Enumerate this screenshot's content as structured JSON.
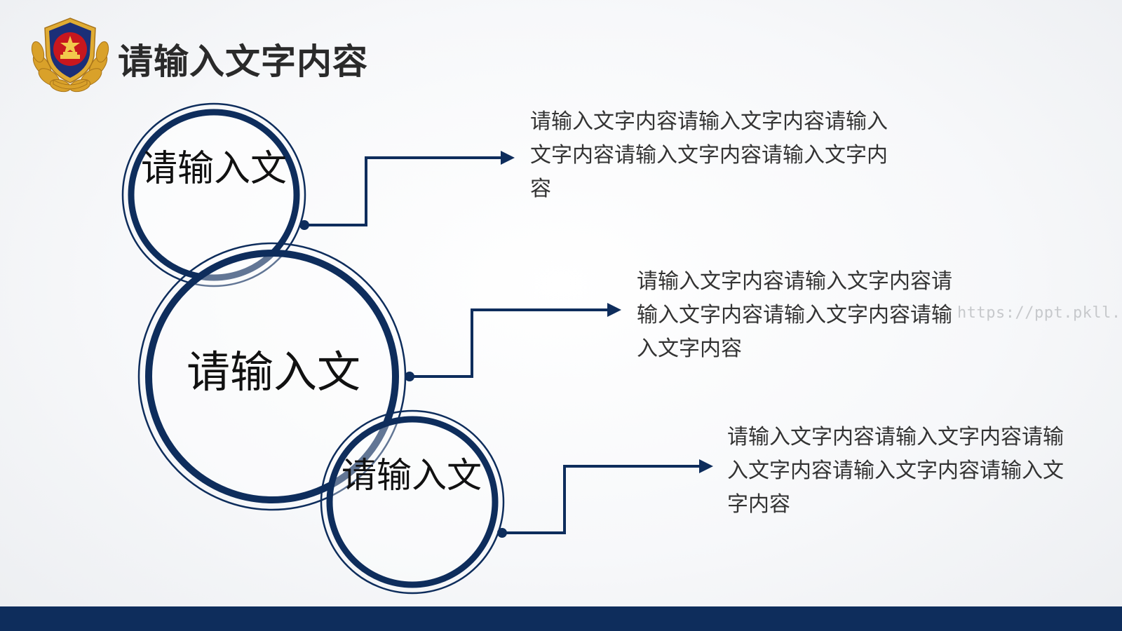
{
  "slide": {
    "title": "请输入文字内容"
  },
  "diagram": {
    "nodes": [
      {
        "label": "请输入文",
        "description": "请输入文字内容请输入文字内容请输入文字内容请输入文字内容请输入文字内容"
      },
      {
        "label": "请输入文",
        "description": "请输入文字内容请输入文字内容请输入文字内容请输入文字内容请输入文字内容"
      },
      {
        "label": "请输入文",
        "description": "请输入文字内容请输入文字内容请输入文字内容请输入文字内容请输入文字内容"
      }
    ]
  },
  "watermark": "https://ppt.pkll.de",
  "colors": {
    "primary": "#0e2d5c",
    "title_text": "#2a2a2a",
    "body_text": "#333333",
    "emblem_red": "#c8171e",
    "emblem_gold": "#d9a12a",
    "emblem_blue": "#1b2f78"
  },
  "icons": {
    "logo": "police-emblem-icon"
  }
}
